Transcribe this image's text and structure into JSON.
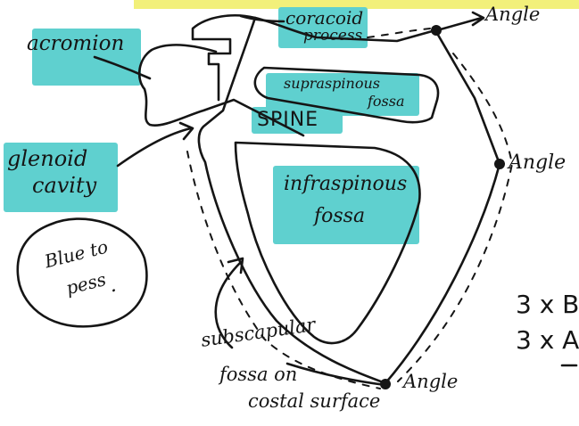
{
  "colors": {
    "ink": "#151515",
    "highlight_teal": "#5fd0cf",
    "highlight_yellow": "#f2f07a",
    "paper": "#ffffff"
  },
  "labels": {
    "acromion": "acromion",
    "coracoid_line1": "coracoid",
    "coracoid_line2": "process",
    "angle_top": "Angle",
    "supraspinous_line1": "supraspinous",
    "supraspinous_line2": "fossa",
    "spine": "SPINE",
    "glenoid_line1": "glenoid",
    "glenoid_line2": "cavity",
    "angle_middle": "Angle",
    "infraspinous_line1": "infraspinous",
    "infraspinous_line2": "fossa",
    "note_line1": "Blue to",
    "note_line2": "pess",
    "note_dot": ".",
    "subscapular_line1": "subscapular",
    "subscapular_line2": "fossa on",
    "subscapular_line3": "costal surface",
    "angle_bottom": "Angle",
    "right_edge_line1": "3 x B",
    "right_edge_line2": "3 x A"
  }
}
